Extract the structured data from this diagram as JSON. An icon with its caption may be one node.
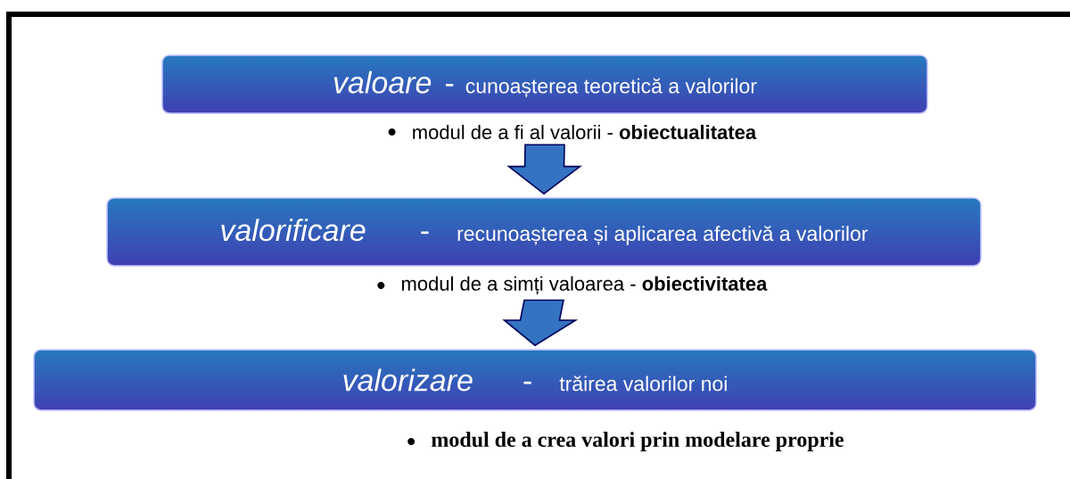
{
  "diagram": {
    "nodes": [
      {
        "text": [
          "valoare",
          "-",
          "cunoașterea teoretică a valorilor"
        ],
        "beside": [
          "modul de a fi al valorii - **obiectualitatea**"
        ]
      },
      {
        "text": [
          "valorificare",
          "-",
          "recunoașterea  și aplicarea  afectivă  a   valorilor"
        ],
        "beside": [
          "modul de a simți valoarea -  **obiectivitatea**"
        ]
      },
      {
        "text": [
          "valorizare",
          "-",
          "trăirea valorilor  noi"
        ],
        "beside": [
          "modul de a crea valori prin modelare proprie"
        ]
      }
    ],
    "edges": [
      {
        "from": 0,
        "to": 1,
        "arrow": "to"
      },
      {
        "from": 1,
        "to": 2,
        "arrow": "to"
      }
    ]
  }
}
